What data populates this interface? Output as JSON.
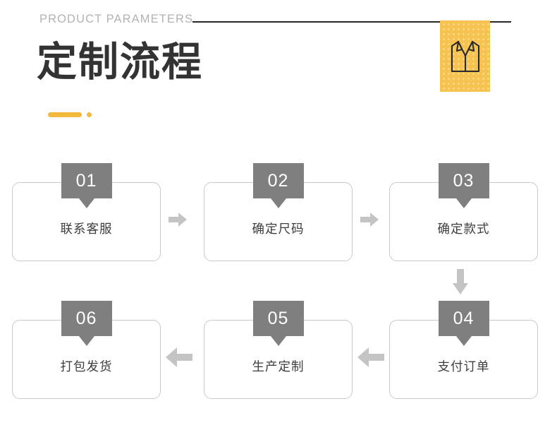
{
  "header": {
    "eyebrow": "PRODUCT PARAMETERS",
    "title": "定制流程",
    "icon_name": "shirt-icon",
    "accent_color": "#f3b93f",
    "rule_color": "#262626",
    "card_color": "#f6c250"
  },
  "flow": {
    "badge_color": "#7f7f7f",
    "box_border_color": "#c9c9c9",
    "arrow_color": "#c4c4c4",
    "steps": [
      {
        "number": "01",
        "label": "联系客服"
      },
      {
        "number": "02",
        "label": "确定尺码"
      },
      {
        "number": "03",
        "label": "确定款式"
      },
      {
        "number": "04",
        "label": "支付订单"
      },
      {
        "number": "05",
        "label": "生产定制"
      },
      {
        "number": "06",
        "label": "打包发货"
      }
    ],
    "connectors": [
      {
        "name": "arrow-right-01-to-02",
        "direction": "right"
      },
      {
        "name": "arrow-right-02-to-03",
        "direction": "right"
      },
      {
        "name": "arrow-down-03-to-04",
        "direction": "down"
      },
      {
        "name": "arrow-left-04-to-05",
        "direction": "left"
      },
      {
        "name": "arrow-left-05-to-06",
        "direction": "left"
      }
    ]
  }
}
